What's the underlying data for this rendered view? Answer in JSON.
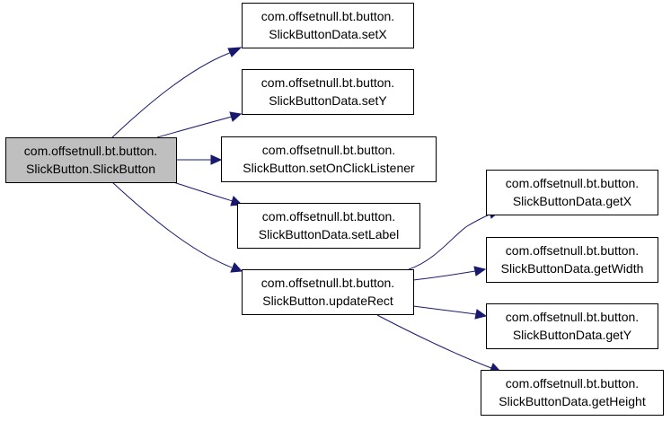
{
  "colors": {
    "edge": "#191970",
    "root_fill": "#bfbfbf",
    "node_fill": "#ffffff",
    "border": "#000000"
  },
  "nodes": {
    "root": {
      "line1": "com.offsetnull.bt.button.",
      "line2": "SlickButton.SlickButton"
    },
    "setX": {
      "line1": "com.offsetnull.bt.button.",
      "line2": "SlickButtonData.setX"
    },
    "setY": {
      "line1": "com.offsetnull.bt.button.",
      "line2": "SlickButtonData.setY"
    },
    "setOnClickListener": {
      "line1": "com.offsetnull.bt.button.",
      "line2": "SlickButton.setOnClickListener"
    },
    "setLabel": {
      "line1": "com.offsetnull.bt.button.",
      "line2": "SlickButtonData.setLabel"
    },
    "updateRect": {
      "line1": "com.offsetnull.bt.button.",
      "line2": "SlickButton.updateRect"
    },
    "getX": {
      "line1": "com.offsetnull.bt.button.",
      "line2": "SlickButtonData.getX"
    },
    "getWidth": {
      "line1": "com.offsetnull.bt.button.",
      "line2": "SlickButtonData.getWidth"
    },
    "getY": {
      "line1": "com.offsetnull.bt.button.",
      "line2": "SlickButtonData.getY"
    },
    "getHeight": {
      "line1": "com.offsetnull.bt.button.",
      "line2": "SlickButtonData.getHeight"
    }
  },
  "edges": [
    {
      "from": "root",
      "to": "setX"
    },
    {
      "from": "root",
      "to": "setY"
    },
    {
      "from": "root",
      "to": "setOnClickListener"
    },
    {
      "from": "root",
      "to": "setLabel"
    },
    {
      "from": "root",
      "to": "updateRect"
    },
    {
      "from": "updateRect",
      "to": "getX"
    },
    {
      "from": "updateRect",
      "to": "getWidth"
    },
    {
      "from": "updateRect",
      "to": "getY"
    },
    {
      "from": "updateRect",
      "to": "getHeight"
    }
  ]
}
